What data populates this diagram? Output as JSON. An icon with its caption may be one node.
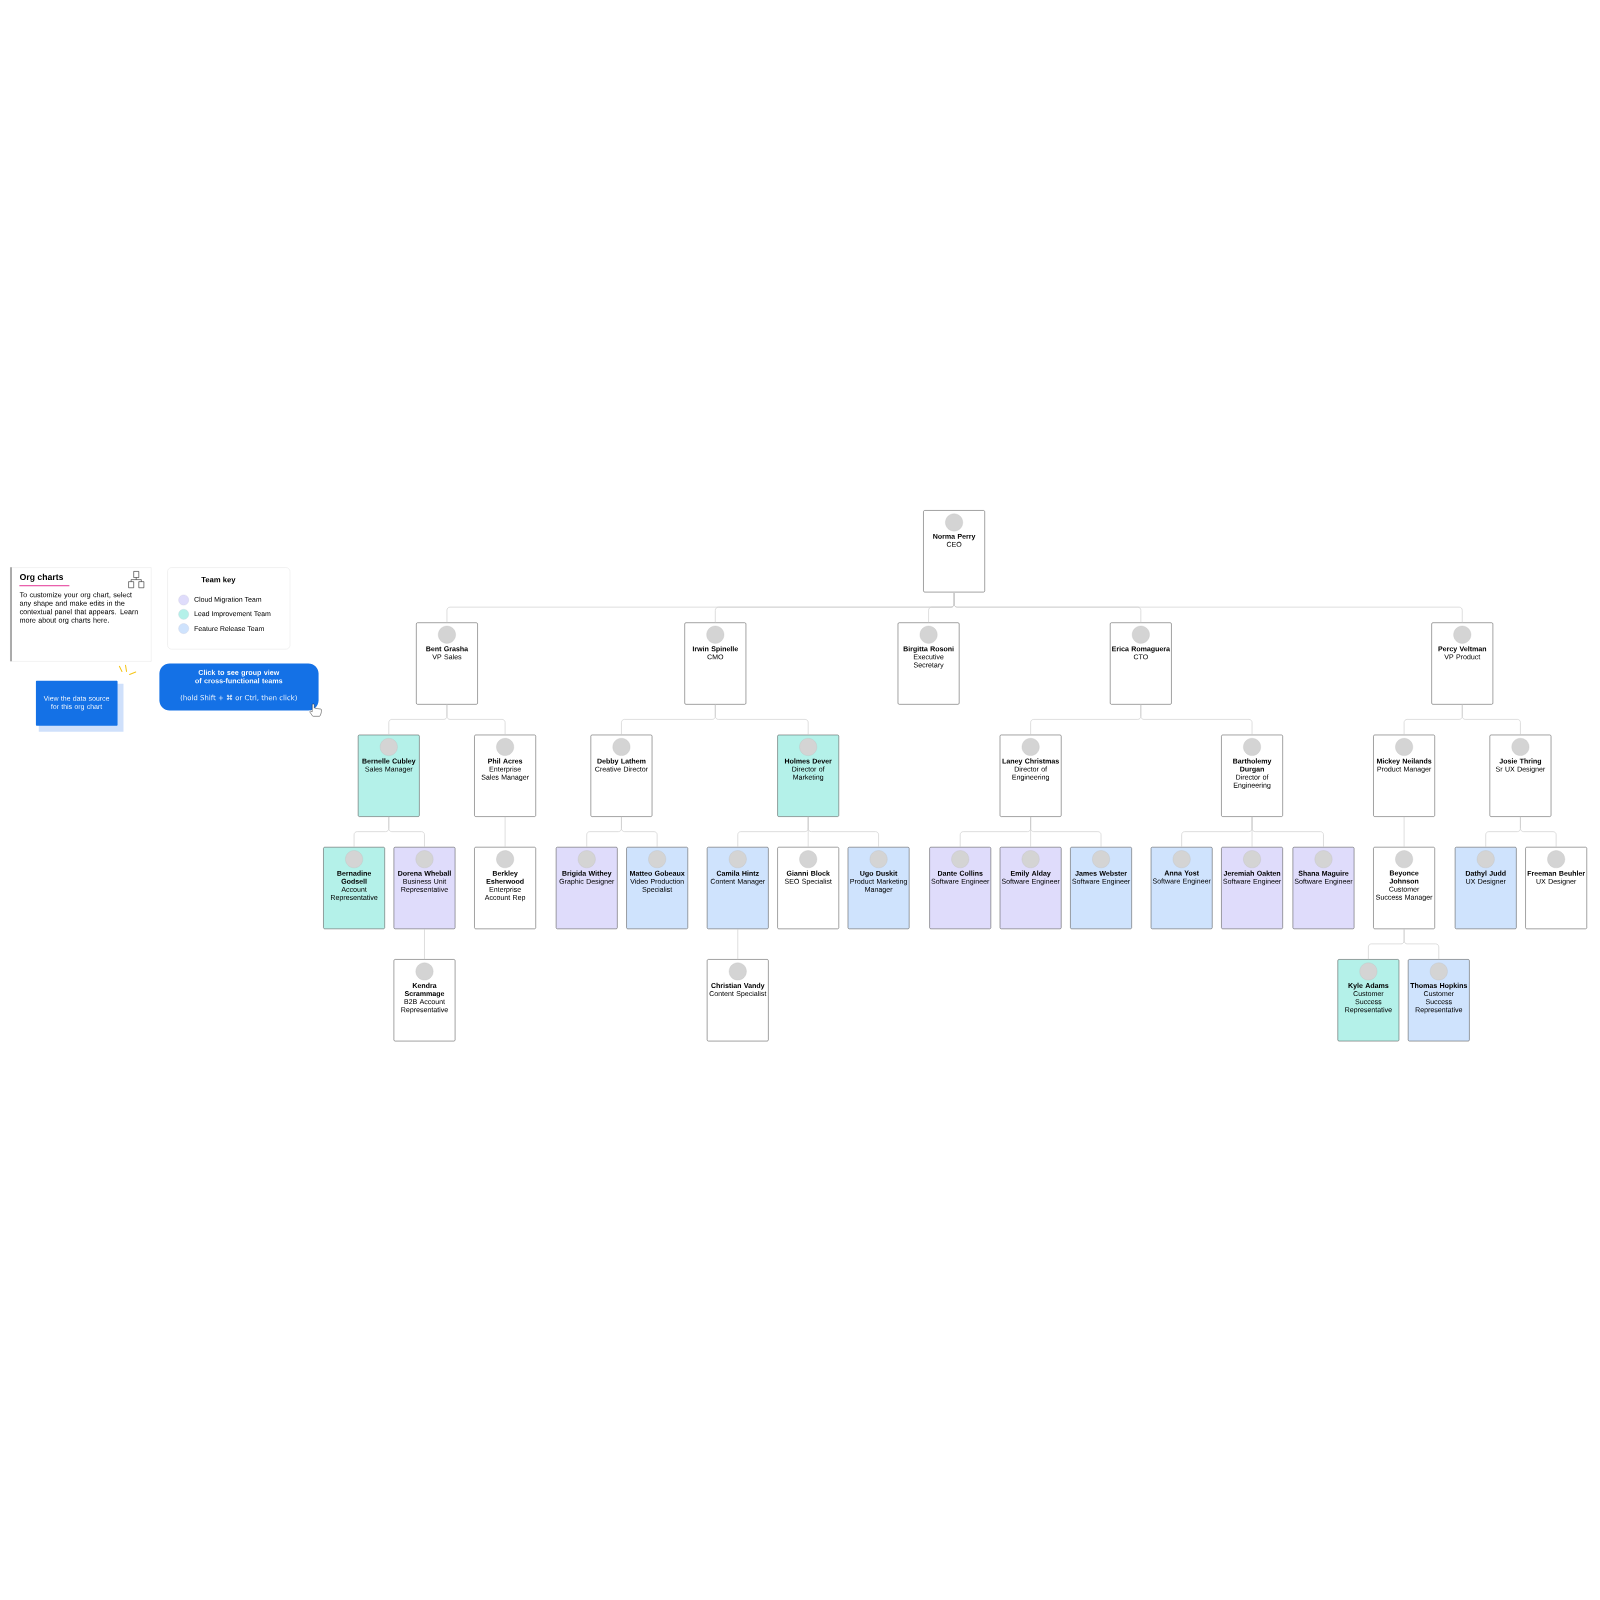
{
  "diagram": {
    "nodes": [
      {
        "text": [
          "Org charts",
          "To customize your org chart, select any shape and make edits in the contextual panel that appears. Learn more about org charts here."
        ]
      },
      {
        "text": [
          "Team key"
        ]
      },
      {
        "text": [
          "View the data source for this org chart"
        ]
      },
      {
        "text": [
          "Click to see group view of cross-functional teams",
          "(hold Shift + ⌘ or Ctrl, then click)"
        ]
      },
      {
        "text": [
          "Norma Perry",
          "CEO"
        ]
      },
      {
        "text": [
          "Bent Grasha",
          "VP Sales"
        ]
      },
      {
        "text": [
          "Irwin Spinelle",
          "CMO"
        ]
      },
      {
        "text": [
          "Birgitta Rosoni",
          "Executive Secretary"
        ]
      },
      {
        "text": [
          "Erica Romaguera",
          "CTO"
        ]
      },
      {
        "text": [
          "Percy Veltman",
          "VP Product"
        ]
      },
      {
        "text": [
          "Bernelle Cubley",
          "Sales Manager"
        ]
      },
      {
        "text": [
          "Phil Acres",
          "Enterprise Sales Manager"
        ]
      },
      {
        "text": [
          "Debby Lathem",
          "Creative Director"
        ]
      },
      {
        "text": [
          "Holmes Dever",
          "Director of Marketing"
        ]
      },
      {
        "text": [
          "Laney Christmas",
          "Director of Engineering"
        ]
      },
      {
        "text": [
          "Bartholemy Durgan",
          "Director of Engineering"
        ]
      },
      {
        "text": [
          "Mickey Neilands",
          "Product Manager"
        ]
      },
      {
        "text": [
          "Josie Thring",
          "Sr UX Designer"
        ]
      },
      {
        "text": [
          "Bernadine Godsell",
          "Account Representative"
        ]
      },
      {
        "text": [
          "Dorena Wheball",
          "Business Unit Representative"
        ]
      },
      {
        "text": [
          "Berkley Esherwood",
          "Enterprise Account Rep"
        ]
      },
      {
        "text": [
          "Brigida Withey",
          "Graphic Designer"
        ]
      },
      {
        "text": [
          "Matteo Gobeaux",
          "Video Production Specialist"
        ]
      },
      {
        "text": [
          "Camila Hintz",
          "Content Manager"
        ]
      },
      {
        "text": [
          "Gianni Block",
          "SEO Specialist"
        ]
      },
      {
        "text": [
          "Ugo Duskit",
          "Product Marketing Manager"
        ]
      },
      {
        "text": [
          "Dante Collins",
          "Software Engineer"
        ]
      },
      {
        "text": [
          "Emily Alday",
          "Software Engineer"
        ]
      },
      {
        "text": [
          "James Webster",
          "Software Engineer"
        ]
      },
      {
        "text": [
          "Anna Yost",
          "Software Engineer"
        ]
      },
      {
        "text": [
          "Jeremiah Oakten",
          "Software Engineer"
        ]
      },
      {
        "text": [
          "Shana Maguire",
          "Software Engineer"
        ]
      },
      {
        "text": [
          "Beyonce Johnson",
          "Customer Success Manager"
        ]
      },
      {
        "text": [
          "Dathyl Judd",
          "UX Designer"
        ]
      },
      {
        "text": [
          "Freeman Beuhler",
          "UX Designer"
        ]
      },
      {
        "text": [
          "Kendra Scrammage",
          "B2B Account Representative"
        ]
      },
      {
        "text": [
          "Christian Vandy",
          "Content Specialist"
        ]
      },
      {
        "text": [
          "Kyle Adams",
          "Customer Success Representative"
        ]
      },
      {
        "text": [
          "Thomas Hopkins",
          "Customer Success Representative"
        ]
      }
    ],
    "edges": [
      {
        "from": 4,
        "to": 5,
        "arrow": "none"
      },
      {
        "from": 4,
        "to": 6,
        "arrow": "none"
      },
      {
        "from": 4,
        "to": 7,
        "arrow": "none"
      },
      {
        "from": 4,
        "to": 8,
        "arrow": "none"
      },
      {
        "from": 4,
        "to": 9,
        "arrow": "none"
      },
      {
        "from": 5,
        "to": 10,
        "arrow": "none"
      },
      {
        "from": 5,
        "to": 11,
        "arrow": "none"
      },
      {
        "from": 6,
        "to": 12,
        "arrow": "none"
      },
      {
        "from": 6,
        "to": 13,
        "arrow": "none"
      },
      {
        "from": 8,
        "to": 14,
        "arrow": "none"
      },
      {
        "from": 8,
        "to": 15,
        "arrow": "none"
      },
      {
        "from": 9,
        "to": 16,
        "arrow": "none"
      },
      {
        "from": 9,
        "to": 17,
        "arrow": "none"
      },
      {
        "from": 10,
        "to": 18,
        "arrow": "none"
      },
      {
        "from": 10,
        "to": 19,
        "arrow": "none"
      },
      {
        "from": 11,
        "to": 20,
        "arrow": "none"
      },
      {
        "from": 12,
        "to": 21,
        "arrow": "none"
      },
      {
        "from": 12,
        "to": 22,
        "arrow": "none"
      },
      {
        "from": 13,
        "to": 23,
        "arrow": "none"
      },
      {
        "from": 13,
        "to": 24,
        "arrow": "none"
      },
      {
        "from": 13,
        "to": 25,
        "arrow": "none"
      },
      {
        "from": 14,
        "to": 26,
        "arrow": "none"
      },
      {
        "from": 14,
        "to": 27,
        "arrow": "none"
      },
      {
        "from": 14,
        "to": 28,
        "arrow": "none"
      },
      {
        "from": 15,
        "to": 29,
        "arrow": "none"
      },
      {
        "from": 15,
        "to": 30,
        "arrow": "none"
      },
      {
        "from": 15,
        "to": 31,
        "arrow": "none"
      },
      {
        "from": 16,
        "to": 32,
        "arrow": "none"
      },
      {
        "from": 17,
        "to": 33,
        "arrow": "none"
      },
      {
        "from": 17,
        "to": 34,
        "arrow": "none"
      },
      {
        "from": 19,
        "to": 35,
        "arrow": "none"
      },
      {
        "from": 23,
        "to": 36,
        "arrow": "none"
      },
      {
        "from": 32,
        "to": 37,
        "arrow": "none"
      },
      {
        "from": 32,
        "to": 38,
        "arrow": "none"
      }
    ],
    "legend": [
      {
        "text": "Cloud Migration Team",
        "color": "#dfdcfb"
      },
      {
        "text": "Lead Improvement Team",
        "color": "#b4f1e9"
      },
      {
        "text": "Feature Release Team",
        "color": "#cfe3fd"
      }
    ]
  }
}
